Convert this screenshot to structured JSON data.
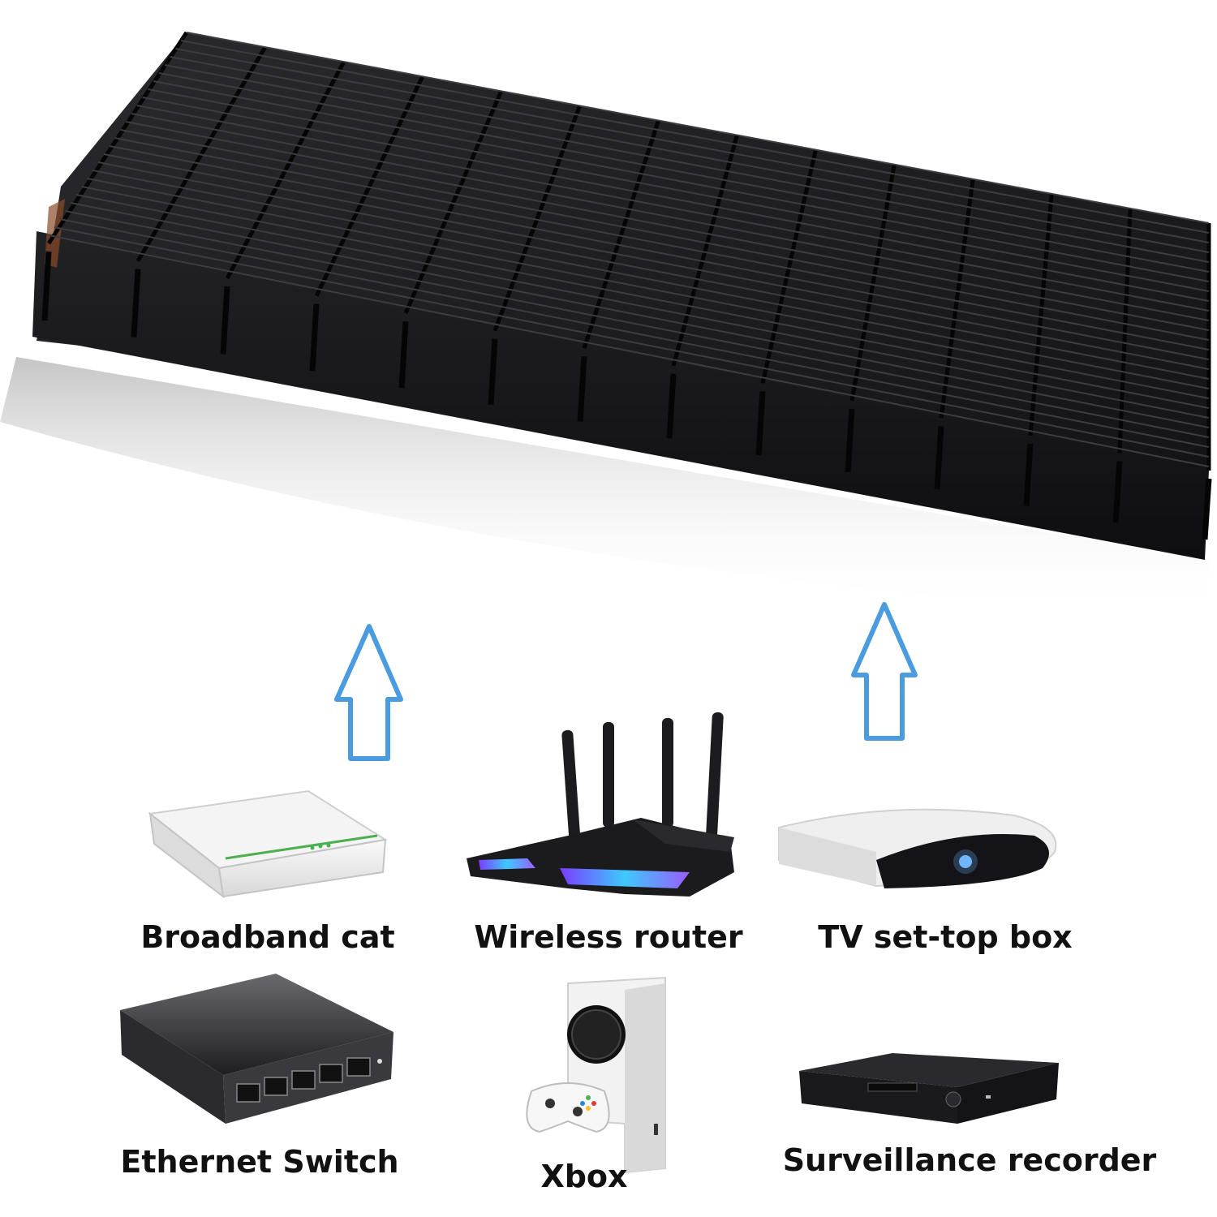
{
  "colors": {
    "heatsink": "#1a1a1c",
    "arrow": "#4a9be0",
    "background": "#ffffff"
  },
  "devices": {
    "broadband_cat": {
      "label": "Broadband cat",
      "icon": "modem-icon"
    },
    "wireless_router": {
      "label": "Wireless router",
      "icon": "router-icon"
    },
    "tv_box": {
      "label": "TV set-top box",
      "icon": "set-top-box-icon"
    },
    "ethernet_switch": {
      "label": "Ethernet Switch",
      "icon": "switch-icon"
    },
    "xbox": {
      "label": "Xbox",
      "icon": "console-icon"
    },
    "surveillance_recorder": {
      "label": "Surveillance recorder",
      "icon": "dvr-icon"
    }
  }
}
